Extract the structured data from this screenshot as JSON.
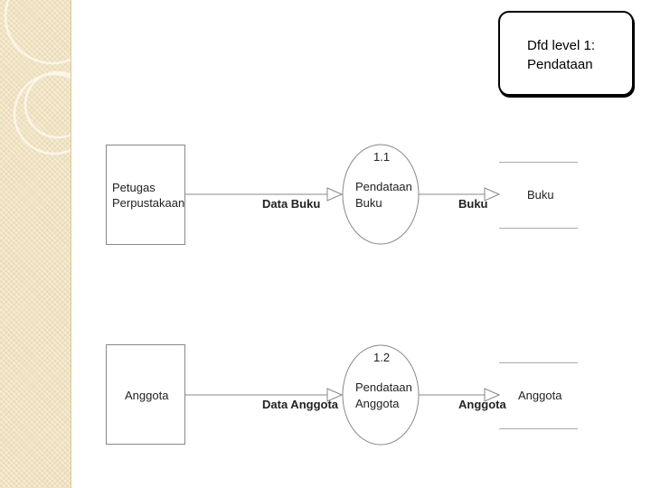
{
  "title": {
    "line1": "Dfd level 1:",
    "line2": "Pendataan"
  },
  "entities": {
    "petugas": {
      "line1": "Petugas",
      "line2": "Perpustakaan"
    },
    "anggota": {
      "line1": "Anggota"
    }
  },
  "processes": {
    "p1": {
      "number": "1.1",
      "line1": "Pendataan",
      "line2": "Buku"
    },
    "p2": {
      "number": "1.2",
      "line1": "Pendataan",
      "line2": "Anggota"
    }
  },
  "flows": {
    "f1": "Data Buku",
    "f2": "Buku",
    "f3": "Data Anggota",
    "f4": "Anggota"
  },
  "stores": {
    "s1": "Buku",
    "s2": "Anggota"
  }
}
